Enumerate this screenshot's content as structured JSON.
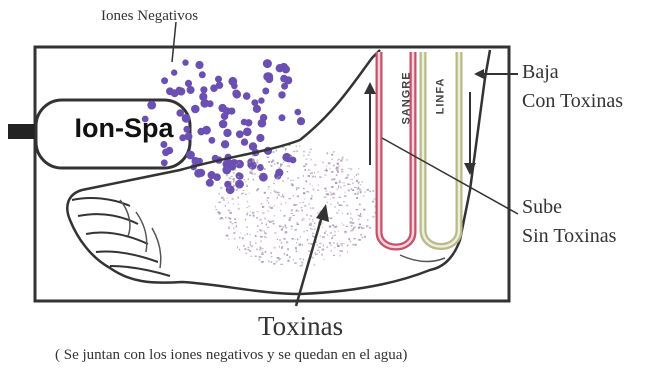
{
  "labels": {
    "negative_ions": "Iones Negativos",
    "device": "Ion-Spa",
    "blood_vessel": "SANGRE",
    "lymph_vessel": "LINFA",
    "down_line1": "Baja",
    "down_line2": "Con Toxinas",
    "up_line1": "Sube",
    "up_line2": "Sin Toxinas",
    "toxins_title": "Toxinas",
    "toxins_note": "( Se juntan con los iones negativos y se quedan en el agua)"
  },
  "colors": {
    "ion_purple": "#6b4fb3",
    "toxin_purple": "#a795b5",
    "blood_vessel": "#c8506a",
    "lymph_vessel": "#b9b98a",
    "outline": "#333333"
  },
  "icons": {
    "device_plug": "plug-icon",
    "up_arrow": "arrow-up-icon",
    "down_arrow": "arrow-down-icon"
  }
}
